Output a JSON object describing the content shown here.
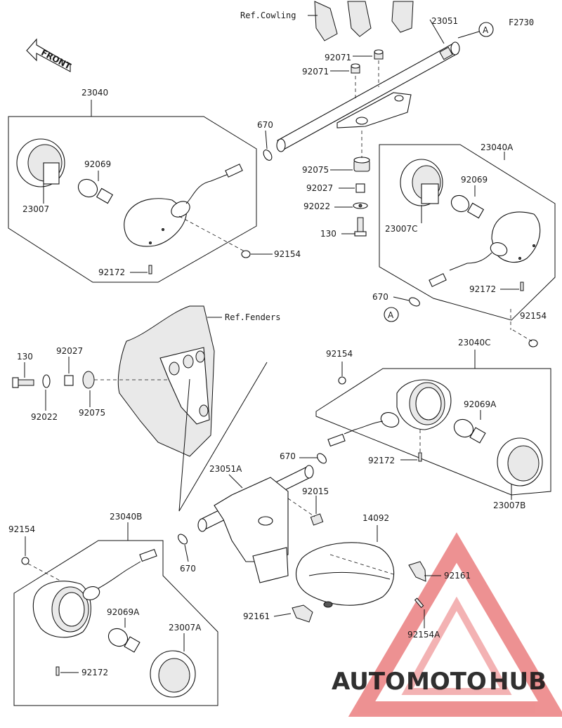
{
  "figure_code": "F2730",
  "front_label": "FRONT",
  "ref_labels": {
    "cowling": "Ref.Cowling",
    "fenders": "Ref.Fenders"
  },
  "callout_A": "A",
  "parts": {
    "p23051": "23051",
    "p92071_a": "92071",
    "p92071_b": "92071",
    "p23040": "23040",
    "p670_top": "670",
    "p92069_left": "92069",
    "p23007": "23007",
    "p92154_top": "92154",
    "p92172_top": "92172",
    "p92075_top": "92075",
    "p92027_top": "92027",
    "p92022_top": "92022",
    "p130_top": "130",
    "p23040A": "23040A",
    "p92069_right": "92069",
    "p23007C": "23007C",
    "p92172_right": "92172",
    "p670_right": "670",
    "p92154_right": "92154",
    "p130_mid": "130",
    "p92027_mid": "92027",
    "p92022_mid": "92022",
    "p92075_mid": "92075",
    "p92154_mid": "92154",
    "p23040C": "23040C",
    "p92069A_right": "92069A",
    "p670_mid": "670",
    "p92172_mid": "92172",
    "p23007B": "23007B",
    "p23051A": "23051A",
    "p92015": "92015",
    "p14092": "14092",
    "p92161_right": "92161",
    "p92161_left": "92161",
    "p92154A": "92154A",
    "p92154_bottom": "92154",
    "p23040B": "23040B",
    "p670_bottom": "670",
    "p92069A_left": "92069A",
    "p23007A": "23007A",
    "p92172_bottom": "92172"
  },
  "watermark": {
    "part1": "AUTO",
    "part2": "MOTO",
    "part3": "HUB",
    "color_orange": "#f2a93b",
    "color_red": "#e0383a",
    "color_grey": "#6e6e6e"
  }
}
